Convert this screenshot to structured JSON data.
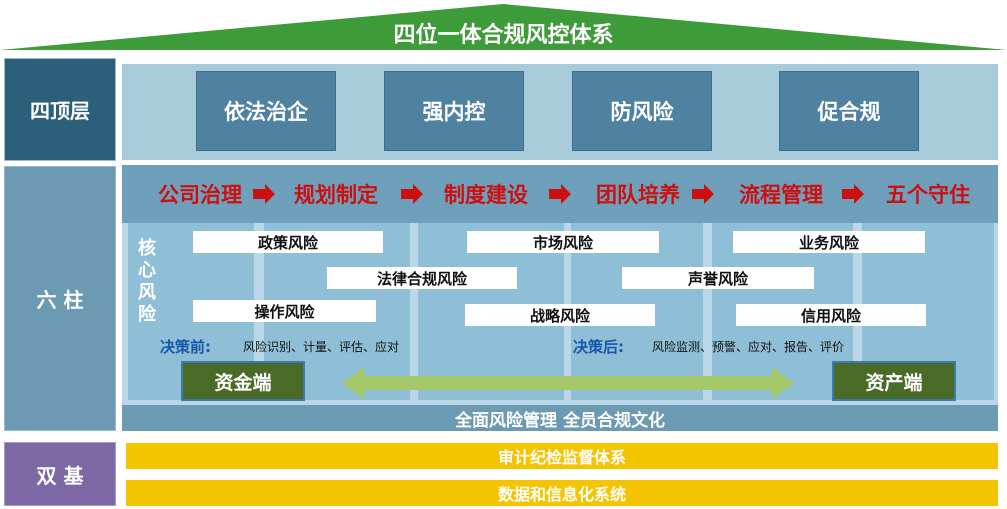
{
  "title": "四位一体合规风控体系",
  "layers": {
    "four_top": "四顶层",
    "six_pillars": "六 柱",
    "two_bases": "双 基"
  },
  "four_top_items": [
    "依法治企",
    "强内控",
    "防风险",
    "促合规"
  ],
  "flow_items": [
    "公司治理",
    "规划制定",
    "制度建设",
    "团队培养",
    "流程管理",
    "五个守住"
  ],
  "core_risk_title": "核心风险",
  "risks": {
    "policy": "政策风险",
    "market": "市场风险",
    "business": "业务风险",
    "legal": "法律合规风险",
    "reputation": "声誉风险",
    "operation": "操作风险",
    "strategy": "战略风险",
    "credit": "信用风险"
  },
  "before": {
    "label": "决策前:",
    "text": "风险识别、计量、评估、应对"
  },
  "after": {
    "label": "决策后:",
    "text": "风险监测、预警、应对、报告、评价"
  },
  "capital_end": "资金端",
  "asset_end": "资产端",
  "culture_band": "全面风险管理   全员合规文化",
  "base1": "审计纪检监督体系",
  "base2": "数据和信息化系统",
  "colors": {
    "roof": "#3e9b3a",
    "dark_teal": "#2c5f79",
    "accent_red": "#cc1010",
    "gold": "#f4c400",
    "purple": "#7b68a4",
    "arrow_green": "#a4c86a"
  }
}
